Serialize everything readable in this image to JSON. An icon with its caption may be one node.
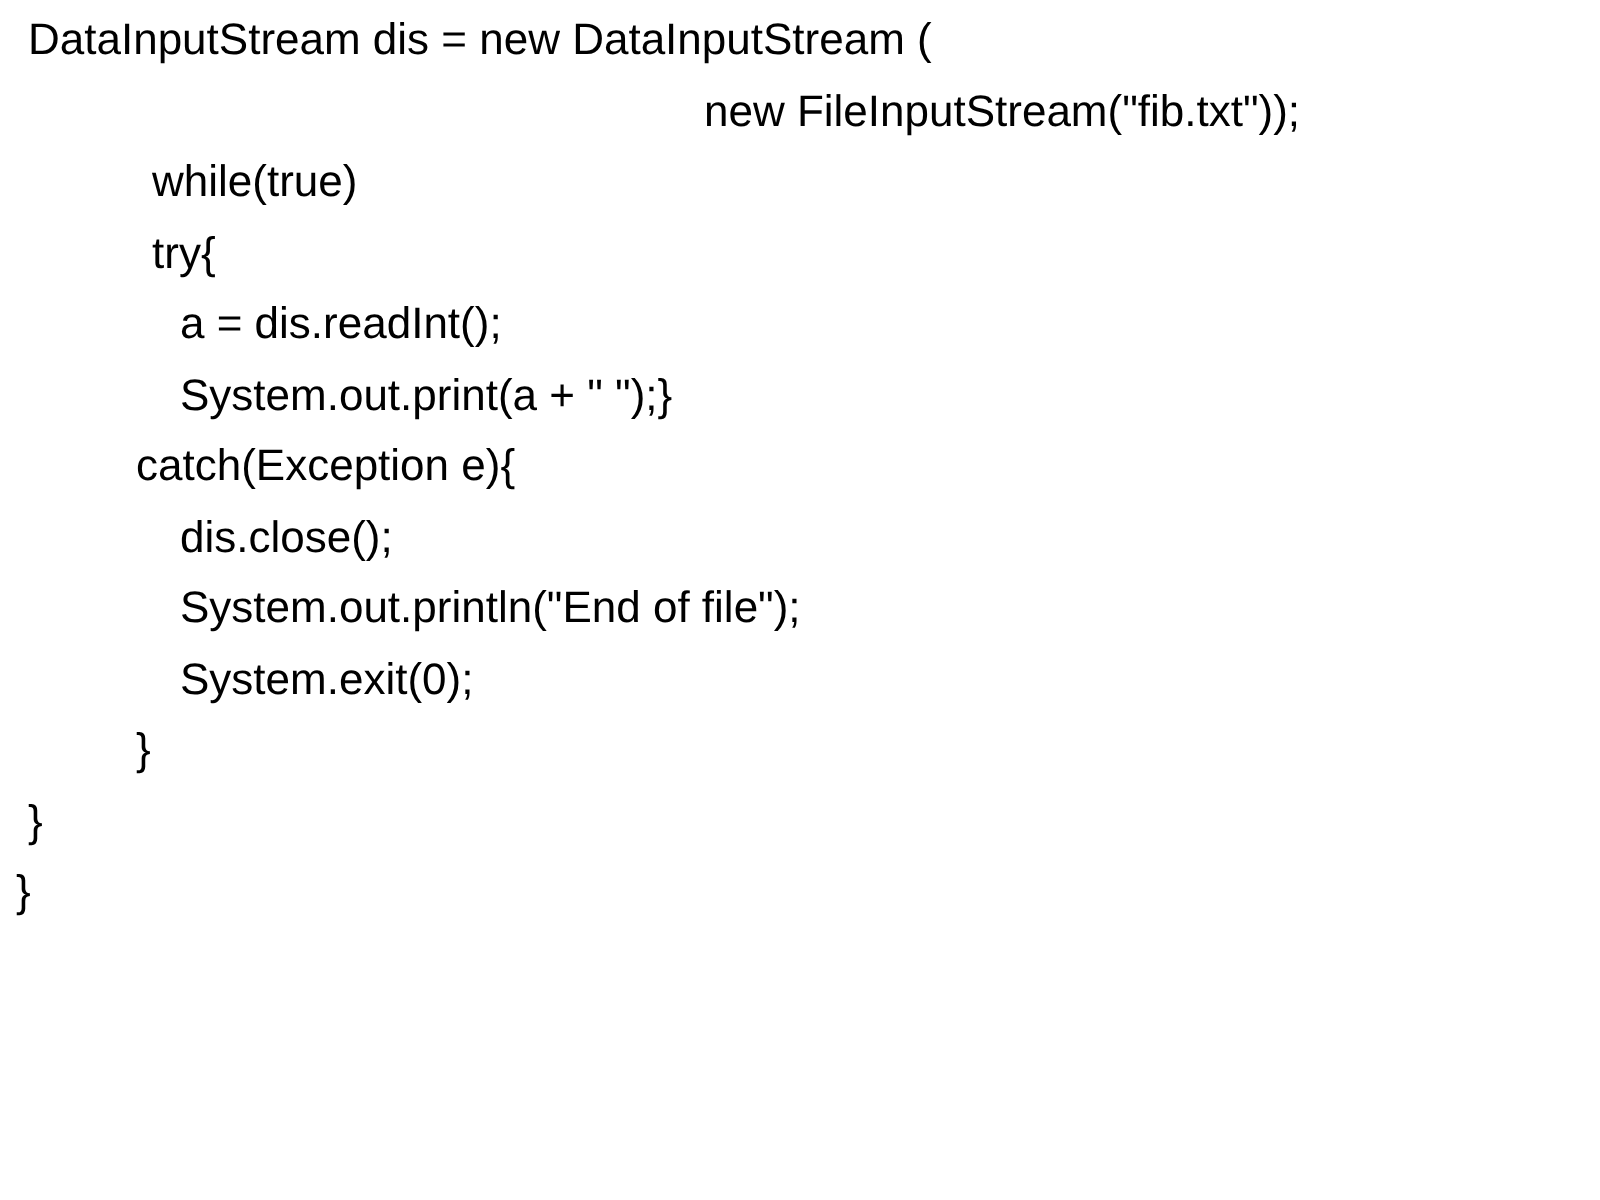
{
  "diagram": {
    "labels": [
      "DataInputStream dis = new DataInputStream (",
      "new FileInputStream(\"fib.txt\"));",
      "while(true)",
      "try{",
      "a = dis.readInt();",
      "System.out.print(a + \" \");}",
      "catch(Exception e){",
      "dis.close();",
      "System.out.println(\"End of file\");",
      "System.exit(0);",
      "}",
      "}",
      "}"
    ]
  }
}
